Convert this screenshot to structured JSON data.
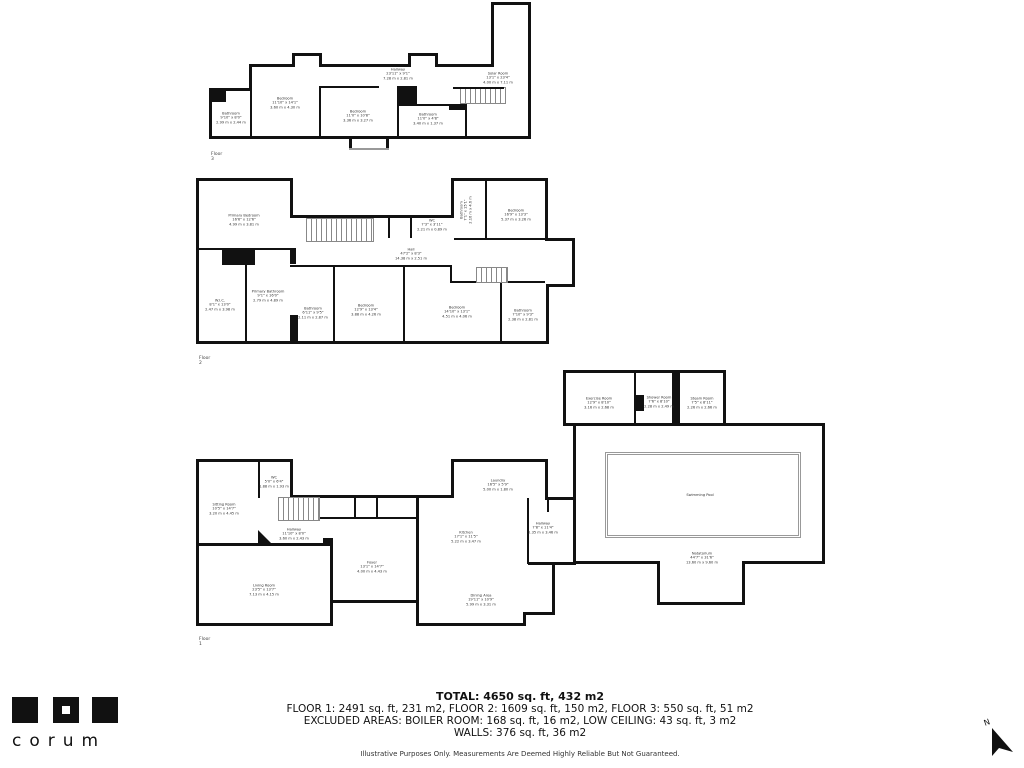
{
  "floors": [
    {
      "label": "Floor 3",
      "rooms": [
        {
          "name": "Bathroom",
          "dim_ft": "9'10\" x 8'0\"",
          "dim_m": "2.99 m x 2.44 m"
        },
        {
          "name": "Bedroom",
          "dim_ft": "11'10\" x 14'1\"",
          "dim_m": "3.60 m x 4.30 m"
        },
        {
          "name": "Hallway",
          "dim_ft": "23'11\" x 9'1\"",
          "dim_m": "7.28 m x 2.81 m"
        },
        {
          "name": "Bedroom",
          "dim_ft": "11'0\" x 10'8\"",
          "dim_m": "3.36 m x 3.27 m"
        },
        {
          "name": "Bathroom",
          "dim_ft": "11'0\" x 4'8\"",
          "dim_m": "3.40 m x 1.37 m"
        },
        {
          "name": "Solar Room",
          "dim_ft": "13'1\" x 23'4\"",
          "dim_m": "4.00 m x 7.11 m"
        }
      ]
    },
    {
      "label": "Floor 2",
      "rooms": [
        {
          "name": "Primary Bedroom",
          "dim_ft": "16'6\" x 12'6\"",
          "dim_m": "4.99 m x 3.81 m"
        },
        {
          "name": "W.I.C.",
          "dim_ft": "8'1\" x 13'0\"",
          "dim_m": "2.47 m x 3.98 m"
        },
        {
          "name": "Primary Bathroom",
          "dim_ft": "9'1\" x 16'0\"",
          "dim_m": "2.79 m x 4.89 m"
        },
        {
          "name": "Hall",
          "dim_ft": "47'2\" x 8'3\"",
          "dim_m": "14.38 m x 2.51 m"
        },
        {
          "name": "WC",
          "dim_ft": "7'3\" x 3'11\"",
          "dim_m": "2.21 m x 0.89 m"
        },
        {
          "name": "Bathroom",
          "dim_ft": "7'1\" x 15'1\"",
          "dim_m": "2.16 m x 4.6 m"
        },
        {
          "name": "Bedroom",
          "dim_ft": "16'9\" x 13'3\"",
          "dim_m": "5.37 m x 3.26 m"
        },
        {
          "name": "Bathroom",
          "dim_ft": "6'11\" x 9'5\"",
          "dim_m": "2.11 m x 2.87 m"
        },
        {
          "name": "Bedroom",
          "dim_ft": "12'9\" x 13'4\"",
          "dim_m": "3.88 m x 4.26 m"
        },
        {
          "name": "Bedroom",
          "dim_ft": "14'10\" x 13'1\"",
          "dim_m": "4.51 m x 4.06 m"
        },
        {
          "name": "Bathroom",
          "dim_ft": "7'10\" x 9'3\"",
          "dim_m": "2.38 m x 2.81 m"
        }
      ]
    },
    {
      "label": "Floor 1",
      "rooms": [
        {
          "name": "Sitting Room",
          "dim_ft": "10'5\" x 14'7\"",
          "dim_m": "3.20 m x 4.45 m"
        },
        {
          "name": "WC",
          "dim_ft": "5'0\" x 6'4\"",
          "dim_m": "1.88 m x 1.93 m"
        },
        {
          "name": "Hallway",
          "dim_ft": "11'10\" x 8'0\"",
          "dim_m": "3.60 m x 2.43 m"
        },
        {
          "name": "Living Room",
          "dim_ft": "23'5\" x 13'7\"",
          "dim_m": "7.13 m x 4.15 m"
        },
        {
          "name": "Foyer",
          "dim_ft": "13'1\" x 14'7\"",
          "dim_m": "4.00 m x 4.43 m"
        },
        {
          "name": "Laundry",
          "dim_ft": "16'5\" x 5'9\"",
          "dim_m": "5.00 m x 1.80 m"
        },
        {
          "name": "Kitchen",
          "dim_ft": "17'1\" x 11'5\"",
          "dim_m": "5.22 m x 3.47 m"
        },
        {
          "name": "Dining Area",
          "dim_ft": "19'11\" x 10'9\"",
          "dim_m": "5.99 m x 3.31 m"
        },
        {
          "name": "Hallway",
          "dim_ft": "7'8\" x 11'4\"",
          "dim_m": "2.35 m x 3.46 m"
        },
        {
          "name": "Exercise Room",
          "dim_ft": "12'9\" x 8'10\"",
          "dim_m": "3.16 m x 2.68 m"
        },
        {
          "name": "Shower Room",
          "dim_ft": "7'6\" x 8'10\"",
          "dim_m": "2.28 m x 2.49 m"
        },
        {
          "name": "Steam Room",
          "dim_ft": "7'5\" x 8'11\"",
          "dim_m": "2.26 m x 2.66 m"
        },
        {
          "name": "Swimming Pool",
          "dim_ft": "",
          "dim_m": ""
        },
        {
          "name": "Natatorium",
          "dim_ft": "44'7\" x 31'6\"",
          "dim_m": "13.60 m x 9.60 m"
        }
      ]
    }
  ],
  "summary": {
    "total": "TOTAL: 4650 sq. ft, 432 m2",
    "floors_line": "FLOOR 1: 2491 sq. ft, 231 m2, FLOOR 2: 1609 sq. ft, 150 m2, FLOOR 3: 550 sq. ft, 51 m2",
    "excluded_line": "EXCLUDED AREAS: BOILER ROOM: 168 sq. ft, 16 m2, LOW CEILING: 43 sq. ft, 3 m2",
    "walls_line": "WALLS: 376 sq. ft, 36 m2",
    "disclaimer": "Illustrative Purposes Only. Measurements Are Deemed Highly Reliable But Not Guaranteed."
  },
  "brand": {
    "name": "corum",
    "logo_icon": "three-squares-logo"
  },
  "compass": {
    "label": "N",
    "icon": "north-arrow-icon"
  }
}
